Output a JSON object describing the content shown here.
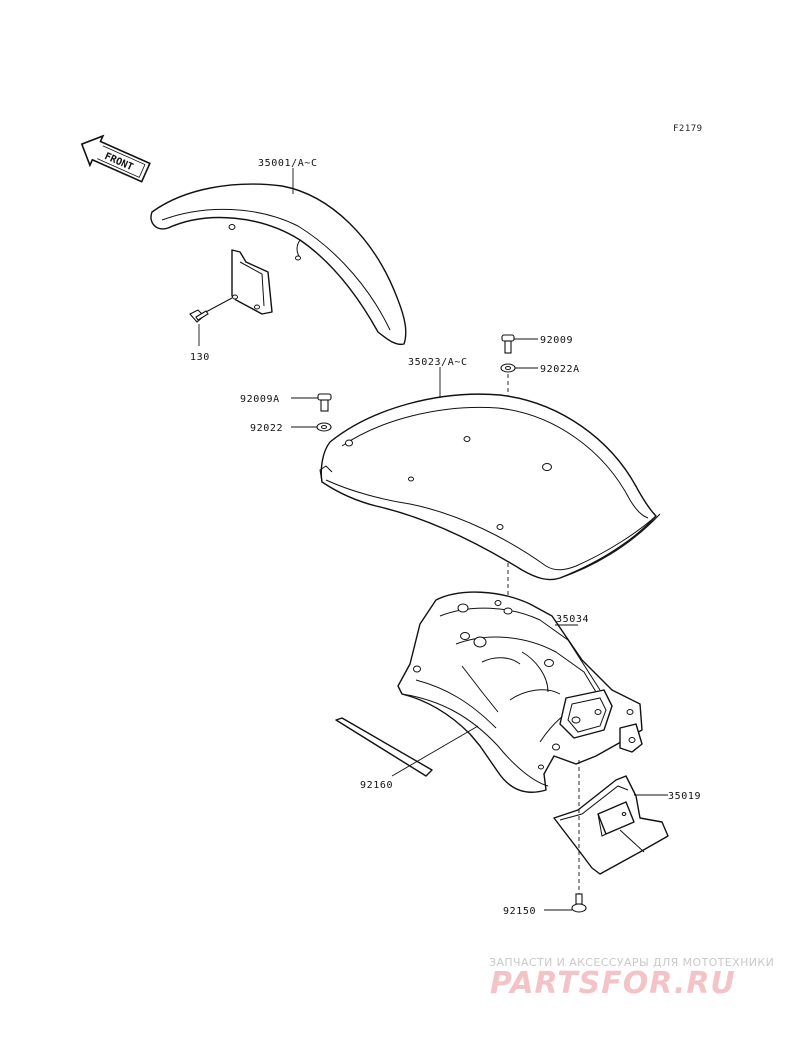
{
  "diagram": {
    "figure_code": "F2179",
    "front_label": "FRONT",
    "callouts": {
      "front_fender": "35001/A~C",
      "front_bolt": "130",
      "rear_fender": "35023/A~C",
      "bolt_right": "92009",
      "washer_right": "92022A",
      "bolt_left": "92009A",
      "washer_left": "92022",
      "inner_fender": "35034",
      "strip": "92160",
      "flap": "35019",
      "screw": "92150"
    }
  },
  "watermark": {
    "tagline": "ЗАПЧАСТИ И АКСЕССУАРЫ ДЛЯ МОТОТЕХНИКИ",
    "brand": "PARTSFOR.RU"
  }
}
